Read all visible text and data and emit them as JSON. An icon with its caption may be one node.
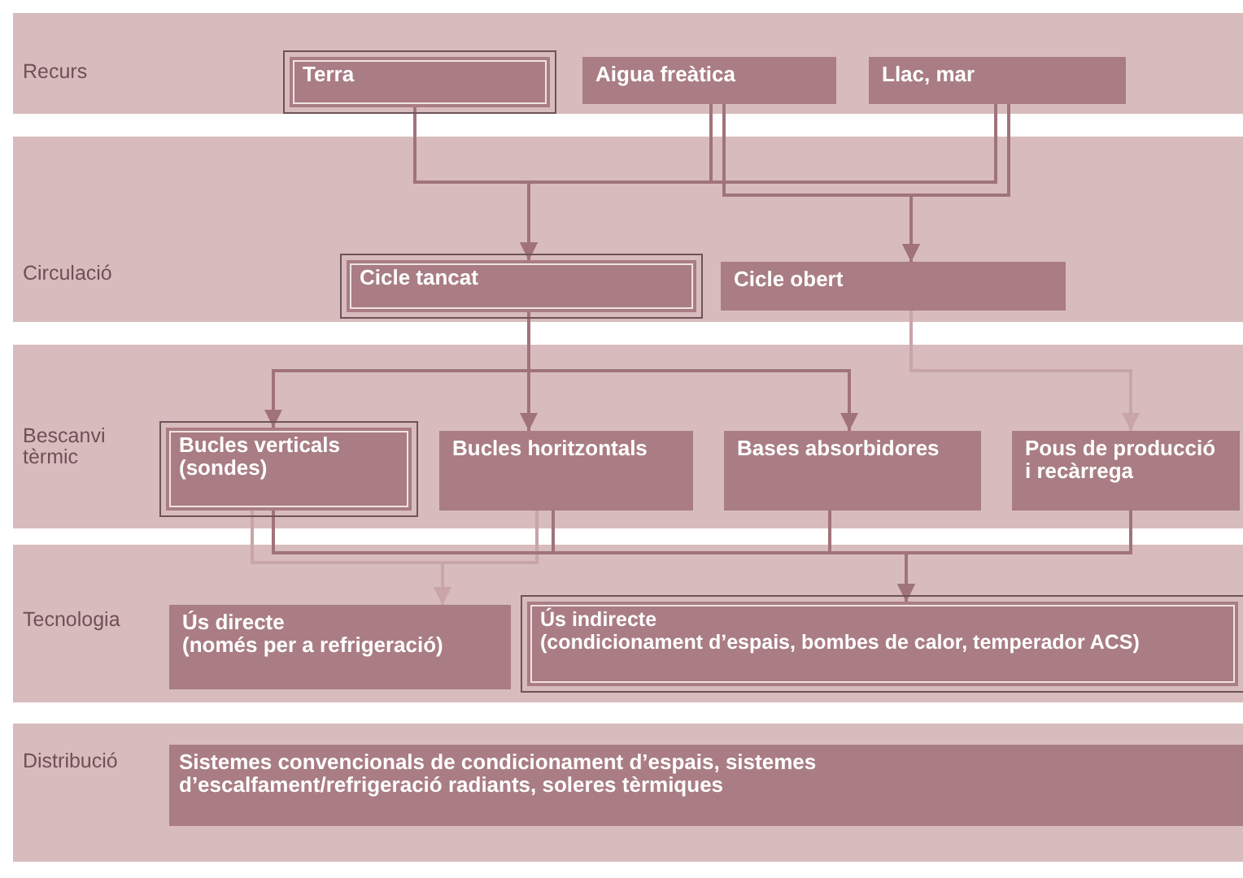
{
  "diagram": {
    "nodes": [
      {
        "text": [
          "Recurs"
        ]
      },
      {
        "text": [
          "Terra"
        ],
        "in": 0
      },
      {
        "text": [
          "Aigua freàtica"
        ],
        "in": 0
      },
      {
        "text": [
          "Llac, mar"
        ],
        "in": 0
      },
      {
        "text": [
          "Circulació"
        ]
      },
      {
        "text": [
          "Cicle tancat"
        ],
        "in": 4
      },
      {
        "text": [
          "Cicle obert"
        ],
        "in": 4
      },
      {
        "text": [
          "Bescanvi tèrmic"
        ]
      },
      {
        "text": [
          "Bucles verticals (sondes)"
        ],
        "in": 7
      },
      {
        "text": [
          "Bucles horitzontals"
        ],
        "in": 7
      },
      {
        "text": [
          "Bases absorbidores"
        ],
        "in": 7
      },
      {
        "text": [
          "Pous de producció i recàrrega"
        ],
        "in": 7
      },
      {
        "text": [
          "Tecnologia"
        ]
      },
      {
        "text": [
          "Ús directe",
          "(només per a refrigeració)"
        ],
        "in": 12
      },
      {
        "text": [
          "Ús indirecte",
          "(condicionament d’espais, bombes de calor, temperador ACS)"
        ],
        "in": 12
      },
      {
        "text": [
          "Distribució"
        ]
      },
      {
        "text": [
          "Sistemes convencionals de condicionament d’espais, sistemes d’escalfament/refrigeració radiants, soleres tèrmiques"
        ],
        "in": 15
      }
    ],
    "edges": [
      {
        "from": 1,
        "to": 5,
        "arrow": "to"
      },
      {
        "from": 2,
        "to": 5,
        "arrow": "to"
      },
      {
        "from": 3,
        "to": 5,
        "arrow": "to"
      },
      {
        "from": 2,
        "to": 6,
        "arrow": "to"
      },
      {
        "from": 3,
        "to": 6,
        "arrow": "to"
      },
      {
        "from": 5,
        "to": 8,
        "arrow": "to"
      },
      {
        "from": 5,
        "to": 9,
        "arrow": "to"
      },
      {
        "from": 5,
        "to": 10,
        "arrow": "to"
      },
      {
        "from": 6,
        "to": 11,
        "arrow": "to",
        "color": "#c9a4a8"
      },
      {
        "from": 8,
        "to": 13,
        "arrow": "to",
        "color": "#c9a4a8"
      },
      {
        "from": 9,
        "to": 13,
        "arrow": "to",
        "color": "#c9a4a8"
      },
      {
        "from": 8,
        "to": 14,
        "arrow": "to"
      },
      {
        "from": 9,
        "to": 14,
        "arrow": "to"
      },
      {
        "from": 10,
        "to": 14,
        "arrow": "to"
      },
      {
        "from": 11,
        "to": 14,
        "arrow": "to"
      }
    ]
  }
}
